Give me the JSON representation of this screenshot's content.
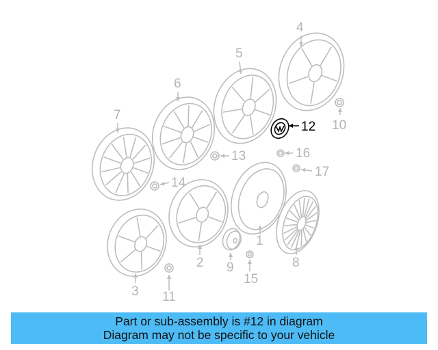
{
  "diagram": {
    "parts": [
      "1",
      "2",
      "3",
      "4",
      "5",
      "6",
      "7",
      "8",
      "9",
      "10",
      "11",
      "12",
      "13",
      "14",
      "15",
      "16",
      "17"
    ],
    "highlighted_part": "12",
    "colors": {
      "part_lines": "#bdbdbd",
      "highlight": "#000000",
      "banner": "#4dbbf5"
    }
  },
  "banner": {
    "line1": "Part or sub-assembly is #12 in diagram",
    "line2": "Diagram may not be specific to your vehicle"
  }
}
